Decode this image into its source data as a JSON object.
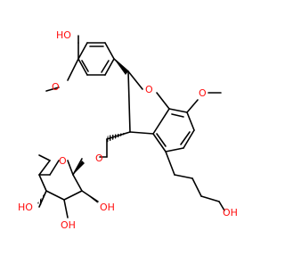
{
  "molecule": {
    "atom_labels": {
      "phenol_OH": "HO",
      "aryl_OMe_O": "O",
      "ring_O": "O",
      "right_OMe_O": "O",
      "glycosidic_O": "O",
      "sugar_ring_O": "O",
      "sugar_OH_left": "HO",
      "sugar_OH_right": "OH",
      "sugar_OH_bottom": "OH",
      "propanol_OH": "OH"
    },
    "colors": {
      "bond": "#000000",
      "oxygen": "#ff0d0d"
    }
  }
}
